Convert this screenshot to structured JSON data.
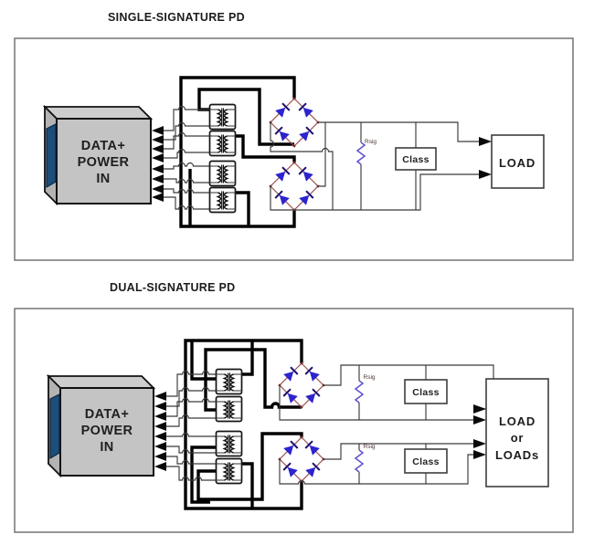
{
  "figure": {
    "single": {
      "title": "SINGLE-SIGNATURE PD",
      "source_lines": [
        "DATA+",
        "POWER",
        "IN"
      ],
      "rsig_label": "Rsig",
      "class_label": "Class",
      "load_lines": [
        "LOAD"
      ]
    },
    "dual": {
      "title": "DUAL-SIGNATURE PD",
      "source_lines": [
        "DATA+",
        "POWER",
        "IN"
      ],
      "branch1": {
        "rsig_label": "Rsig",
        "class_label": "Class"
      },
      "branch2": {
        "rsig_label": "Rsig",
        "class_label": "Class"
      },
      "load_lines": [
        "LOAD",
        "or",
        "LOADs"
      ]
    },
    "colors": {
      "diode_fill": "#2d23cf",
      "diode_bar": "#191070",
      "bridge_outline": "#9b4f4f",
      "resistor_zigzag": "#5b50d0",
      "connector_blue": "#1d4e7a",
      "thin_wire": "#3a3a3a",
      "thick_wire": "#000000",
      "source_box_gray": "#c4c4c4",
      "panel_border": "#7c7c7c"
    }
  }
}
